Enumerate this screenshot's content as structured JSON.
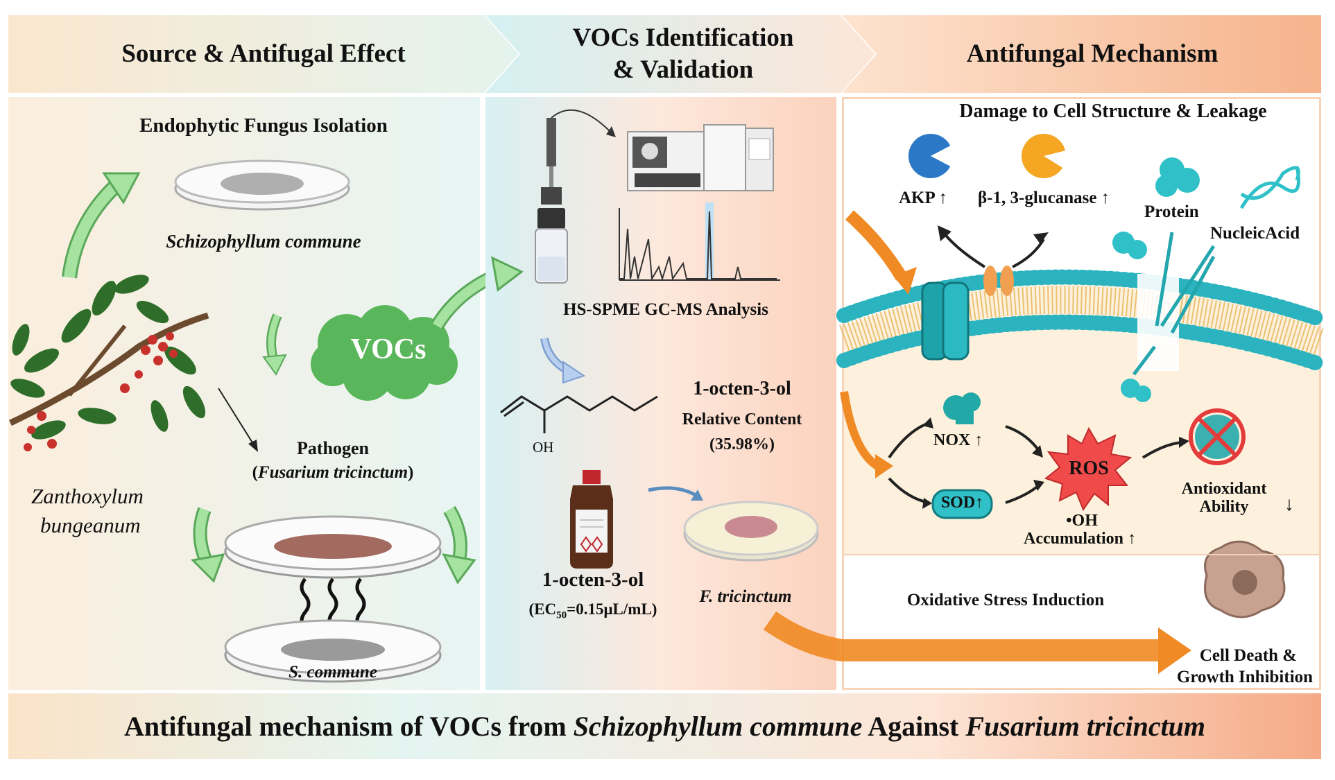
{
  "header": {
    "section1": "Source & Antifugal Effect",
    "section2_line1": "VOCs Identification",
    "section2_line2": "& Validation",
    "section3": "Antifungal Mechanism"
  },
  "left_panel": {
    "isolation_title": "Endophytic Fungus Isolation",
    "fungus_name": "Schizophyllum commune",
    "plant_name_line1": "Zanthoxylum",
    "plant_name_line2": "bungeanum",
    "vocs_label": "VOCs",
    "pathogen_label": "Pathogen",
    "pathogen_name_open": "(",
    "pathogen_name": "Fusarium tricinctum",
    "pathogen_name_close": ")",
    "bottom_dish_label": "S. commune"
  },
  "middle_panel": {
    "analysis_label": "HS-SPME GC-MS Analysis",
    "compound_name": "1-octen-3-ol",
    "relative_content_label": "Relative Content",
    "relative_content_value": "(35.98%)",
    "hydroxyl_label": "OH",
    "bottle_compound": "1-octen-3-ol",
    "ec50_prefix": "(EC",
    "ec50_sub": "50",
    "ec50_suffix": "=0.15μL/mL)",
    "dish_label": "F. tricinctum"
  },
  "right_panel": {
    "damage_title": "Damage to Cell Structure & Leakage",
    "akp_label": "AKP",
    "glucanase_label": "β-1, 3-glucanase",
    "protein_label": "Protein",
    "nucleic_label": "NucleicAcid",
    "nox_label": "NOX",
    "sod_label": "SOD",
    "ros_label": "ROS",
    "oh_label": "•OH",
    "accumulation_label": "Accumulation",
    "antioxidant_line1": "Antioxidant",
    "antioxidant_line2": "Ability",
    "oxidative_label": "Oxidative Stress Induction",
    "death_line1": "Cell Death &",
    "death_line2": "Growth Inhibition",
    "up_arrow": "↑",
    "down_arrow": "↓"
  },
  "footer": {
    "part1": "Antifungal mechanism of VOCs from ",
    "part2": "Schizophyllum commune",
    "part3": " Against ",
    "part4": "Fusarium tricinctum"
  },
  "colors": {
    "membrane_head": "#2bb3c0",
    "membrane_tail": "#e6b85c",
    "orange_arrow": "#f08a24",
    "green_arrow": "#8fd68a",
    "ros_red": "#f04a4a"
  }
}
